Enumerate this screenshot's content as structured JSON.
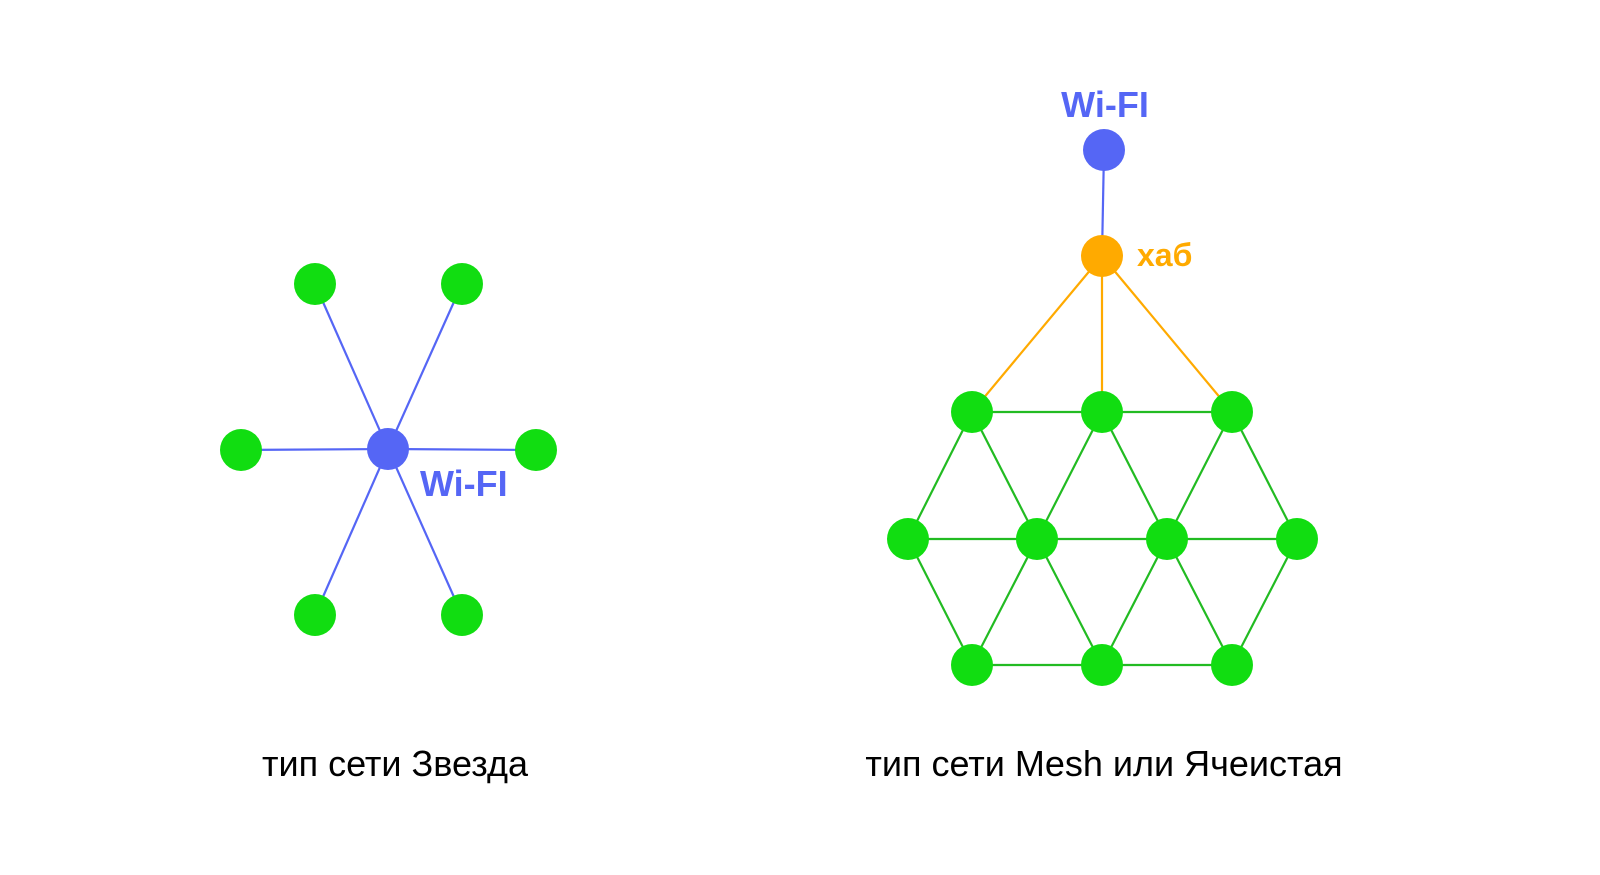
{
  "colors": {
    "wifi": "#5566f5",
    "hub": "#ffaa00",
    "node": "#11dd11",
    "mesh_edge": "#22bb22",
    "caption": "#000000"
  },
  "star": {
    "wifi_label": "Wi-FI",
    "caption": "тип сети Звезда",
    "center_node": "wifi",
    "leaf_nodes": 6
  },
  "mesh": {
    "wifi_label": "Wi-FI",
    "hub_label": "хаб",
    "caption": "тип сети Mesh или Ячеистая",
    "rows": [
      3,
      4,
      3
    ]
  }
}
